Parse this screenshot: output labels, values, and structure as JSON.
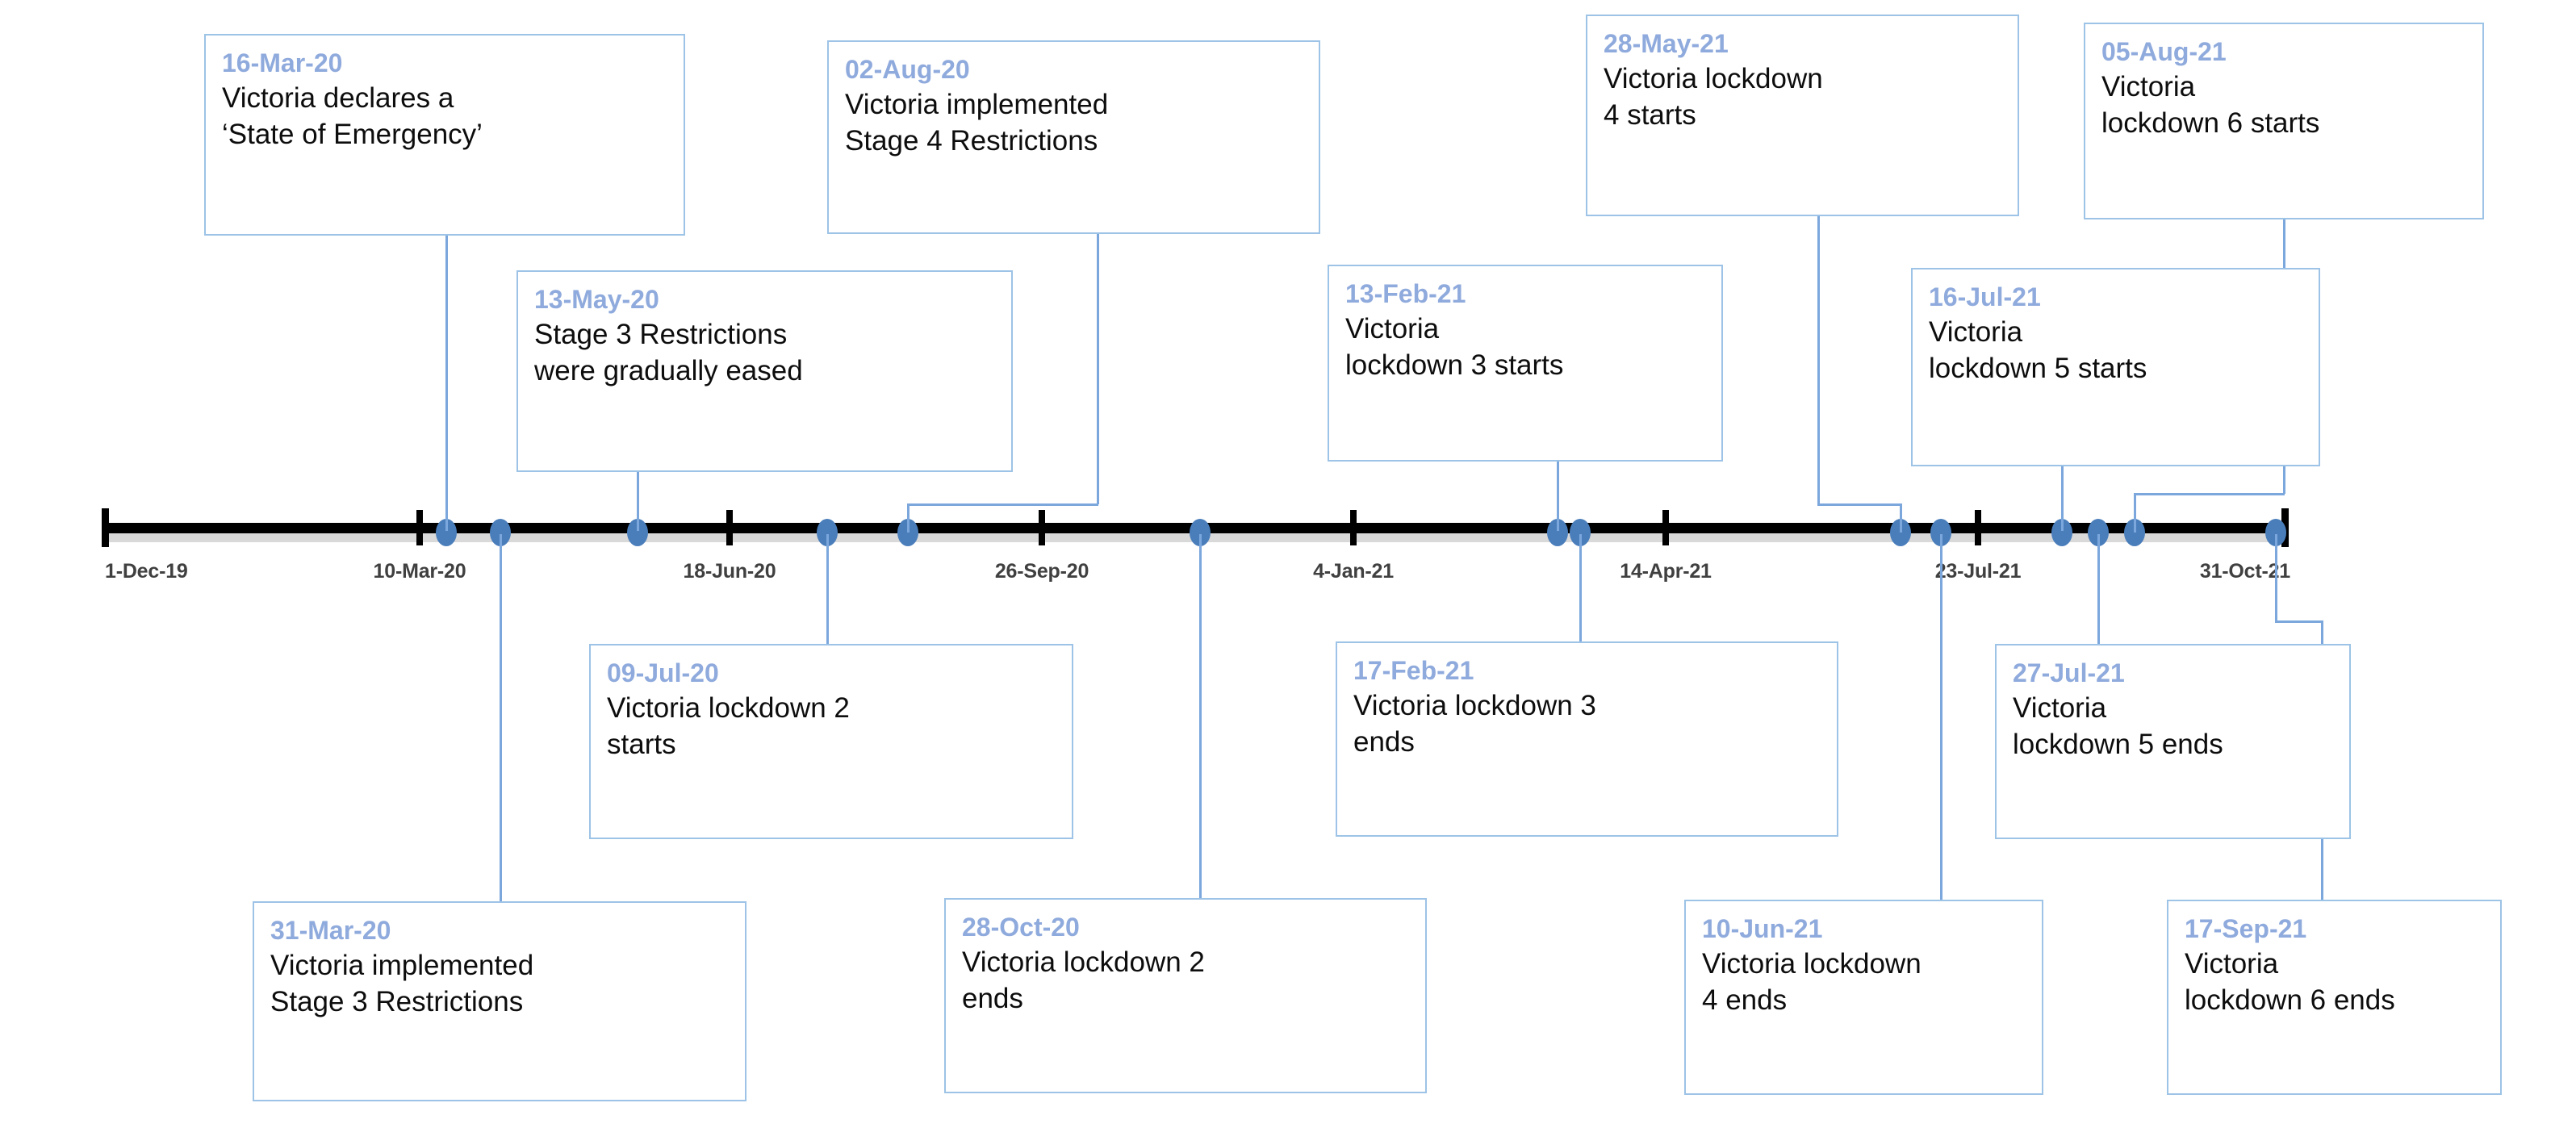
{
  "chart_data": {
    "type": "timeline",
    "title": "",
    "axis": {
      "start_label": "1-Dec-19",
      "end_label": "31-Oct-21",
      "tick_labels": [
        "1-Dec-19",
        "10-Mar-20",
        "18-Jun-20",
        "26-Sep-20",
        "4-Jan-21",
        "14-Apr-21",
        "23-Jul-21",
        "31-Oct-21"
      ]
    },
    "events": [
      {
        "date": "16-Mar-20",
        "text": "Victoria declares a\n‘State of Emergency’"
      },
      {
        "date": "31-Mar-20",
        "text": "Victoria implemented\nStage 3 Restrictions"
      },
      {
        "date": "13-May-20",
        "text": "Stage 3 Restrictions\nwere gradually eased"
      },
      {
        "date": "09-Jul-20",
        "text": "Victoria lockdown 2\nstarts"
      },
      {
        "date": "02-Aug-20",
        "text": "Victoria implemented\nStage 4 Restrictions"
      },
      {
        "date": "28-Oct-20",
        "text": "Victoria lockdown 2\nends"
      },
      {
        "date": "13-Feb-21",
        "text": "Victoria\nlockdown 3 starts"
      },
      {
        "date": "17-Feb-21",
        "text": "Victoria lockdown 3\nends"
      },
      {
        "date": "28-May-21",
        "text": "Victoria lockdown\n4 starts"
      },
      {
        "date": "10-Jun-21",
        "text": "Victoria lockdown\n4 ends"
      },
      {
        "date": "16-Jul-21",
        "text": "Victoria\nlockdown 5 starts"
      },
      {
        "date": "27-Jul-21",
        "text": "Victoria\nlockdown 5 ends"
      },
      {
        "date": "05-Aug-21",
        "text": "Victoria\nlockdown 6 starts"
      },
      {
        "date": "17-Sep-21",
        "text": "Victoria\nlockdown 6 ends"
      }
    ],
    "colors": {
      "dot": "#4a7ebb",
      "box_border": "#9dc3e6",
      "date_text": "#8faadc",
      "body_text": "#0d0d0d",
      "axis": "#000000",
      "connector": "#7ba7dd"
    }
  },
  "ticks": [
    {
      "label": "1-Dec-19"
    },
    {
      "label": "10-Mar-20"
    },
    {
      "label": "18-Jun-20"
    },
    {
      "label": "26-Sep-20"
    },
    {
      "label": "4-Jan-21"
    },
    {
      "label": "14-Apr-21"
    },
    {
      "label": "23-Jul-21"
    },
    {
      "label": "31-Oct-21"
    }
  ],
  "callouts": [
    {
      "date": "16-Mar-20",
      "text": "Victoria declares a\n‘State of Emergency’"
    },
    {
      "date": "13-May-20",
      "text": "Stage 3 Restrictions\nwere gradually eased"
    },
    {
      "date": "02-Aug-20",
      "text": "Victoria implemented\nStage 4 Restrictions"
    },
    {
      "date": "28-May-21",
      "text": "Victoria lockdown\n4 starts"
    },
    {
      "date": "05-Aug-21",
      "text": "Victoria\nlockdown 6 starts"
    },
    {
      "date": "13-Feb-21",
      "text": "Victoria\nlockdown 3 starts"
    },
    {
      "date": "16-Jul-21",
      "text": "Victoria\nlockdown 5 starts"
    },
    {
      "date": "09-Jul-20",
      "text": "Victoria lockdown 2\nstarts"
    },
    {
      "date": "17-Feb-21",
      "text": "Victoria lockdown 3\nends"
    },
    {
      "date": "27-Jul-21",
      "text": "Victoria\nlockdown 5 ends"
    },
    {
      "date": "31-Mar-20",
      "text": "Victoria implemented\nStage 3 Restrictions"
    },
    {
      "date": "28-Oct-20",
      "text": "Victoria lockdown 2\nends"
    },
    {
      "date": "10-Jun-21",
      "text": "Victoria lockdown\n4 ends"
    },
    {
      "date": "17-Sep-21",
      "text": "Victoria\nlockdown 6 ends"
    }
  ]
}
